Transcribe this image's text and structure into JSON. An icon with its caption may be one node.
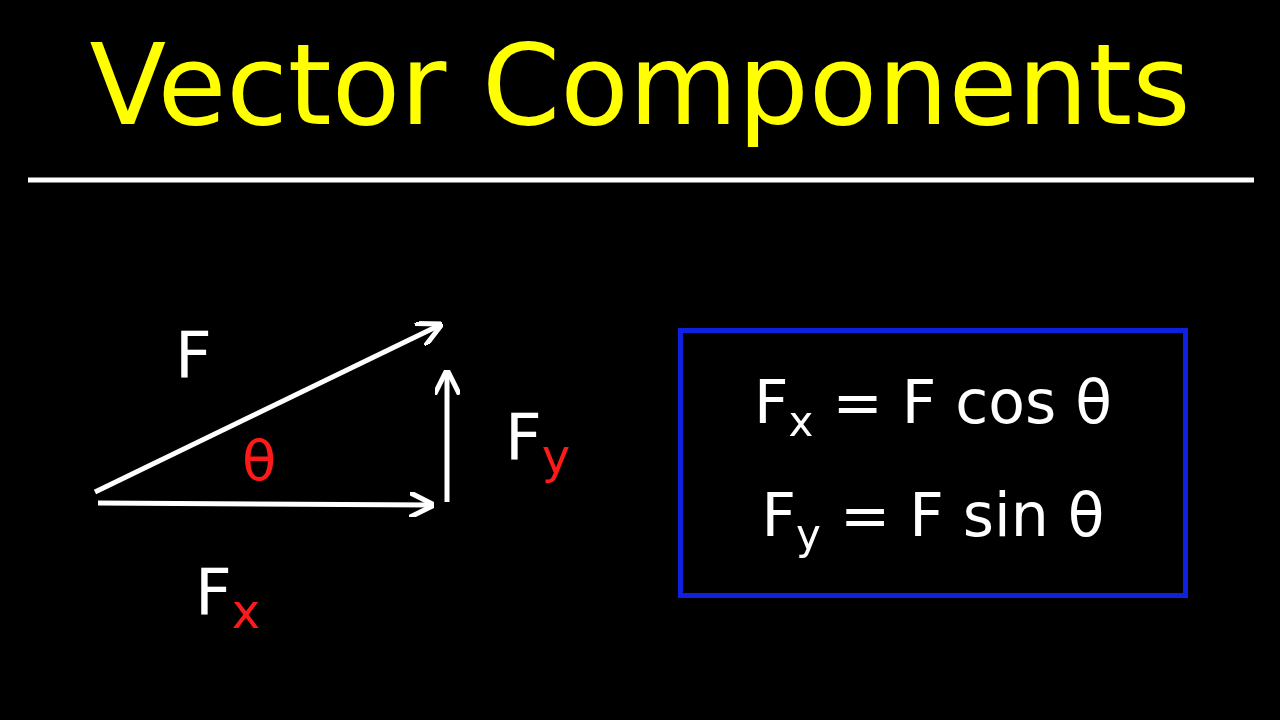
{
  "diagram": {
    "title": "Vector Components",
    "nodes": [
      {
        "text": [
          "F$_{x}$ = F cos θ",
          "F$_{y}$ = F sin θ"
        ]
      }
    ],
    "edges": [],
    "labels": [
      "F",
      "θ",
      "F$_{x}$",
      "F$_{y}$"
    ]
  }
}
